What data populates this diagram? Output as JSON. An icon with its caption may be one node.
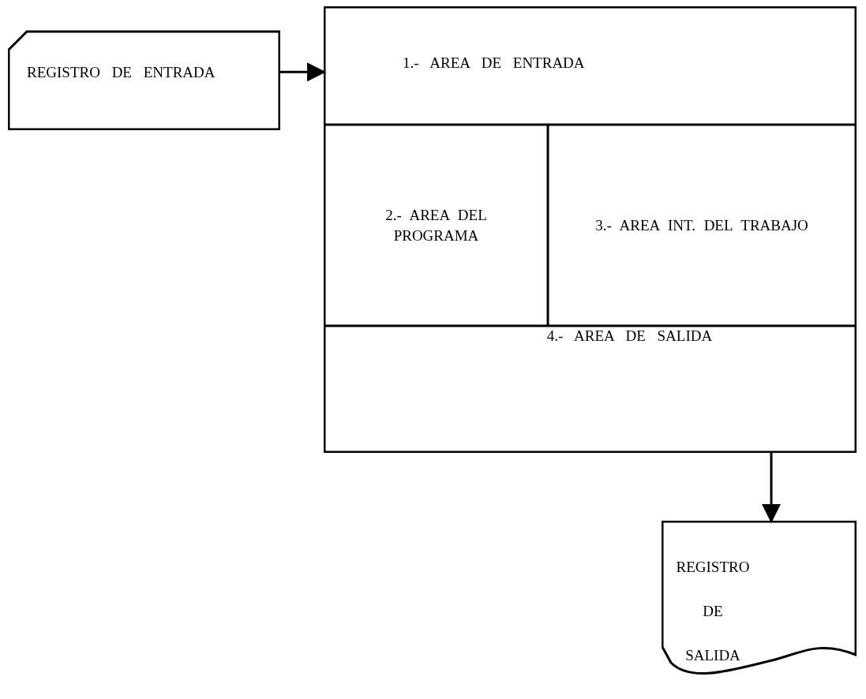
{
  "diagram": {
    "nodes": [
      {
        "text": [
          "REGISTRO DE ENTRADA"
        ]
      },
      {
        "text": [
          "1.- AREA DE ENTRADA"
        ]
      },
      {
        "text": [
          "2.- AREA DEL PROGRAMA"
        ]
      },
      {
        "text": [
          "3.- AREA INT. DEL TRABAJO"
        ]
      },
      {
        "text": [
          "4.- AREA DE SALIDA"
        ]
      },
      {
        "text": [
          "REGISTRO DE SALIDA"
        ]
      }
    ],
    "edges": [
      {
        "from": 0,
        "to": 1,
        "arrow": "to"
      },
      {
        "from": 4,
        "to": 5,
        "arrow": "to"
      }
    ]
  }
}
